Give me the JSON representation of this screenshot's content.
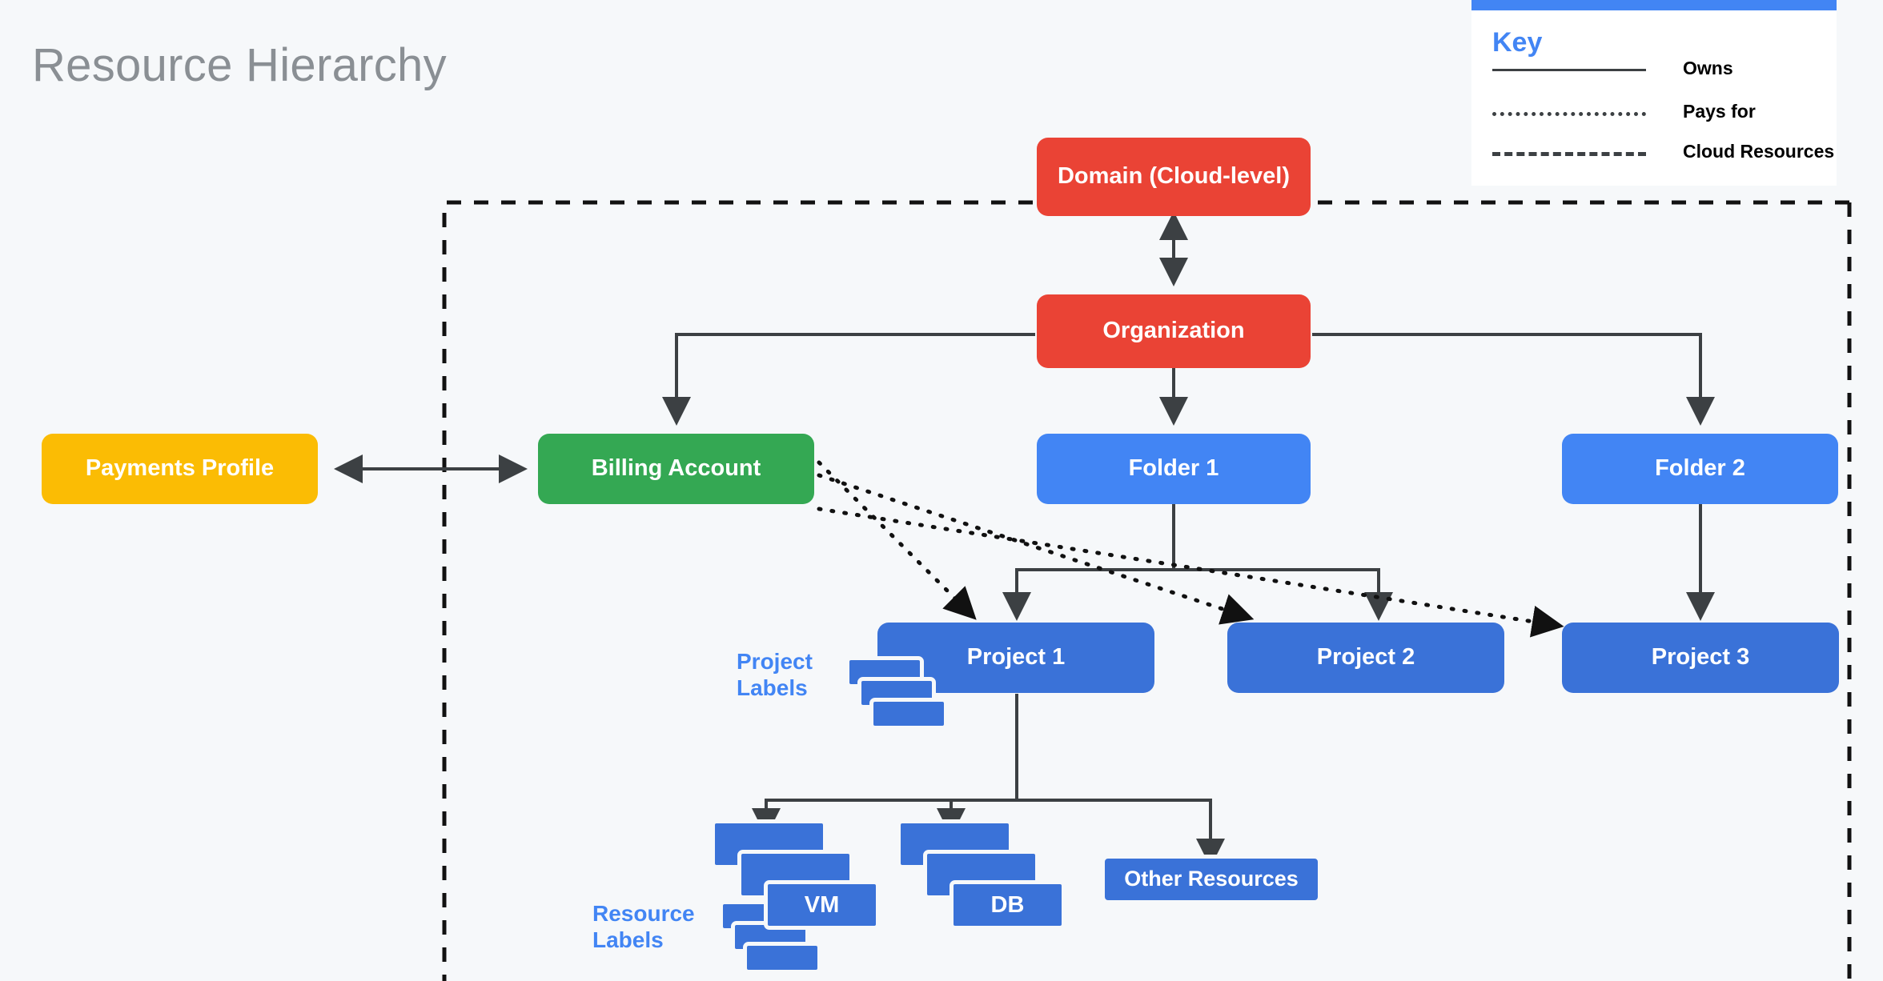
{
  "page": {
    "title": "Resource Hierarchy",
    "background_color": "#f6f8fa"
  },
  "colors": {
    "red": "#ea4335",
    "green": "#34a853",
    "yellow": "#fbbc04",
    "blue_light": "#4285f4",
    "blue_dark": "#3a72d8",
    "line": "#3c4043",
    "title_gray": "#8a8f94"
  },
  "key": {
    "heading": "Key",
    "rows": [
      {
        "style": "solid",
        "label": "Owns"
      },
      {
        "style": "dotted",
        "label": "Pays for"
      },
      {
        "style": "dashed",
        "label": "Cloud Resources"
      }
    ]
  },
  "nodes": {
    "domain": "Domain (Cloud-level)",
    "organization": "Organization",
    "payments_profile": "Payments Profile",
    "billing_account": "Billing Account",
    "folder1": "Folder 1",
    "folder2": "Folder 2",
    "project1": "Project 1",
    "project2": "Project 2",
    "project3": "Project 3",
    "vm": "VM",
    "db": "DB",
    "other_resources": "Other Resources"
  },
  "annotations": {
    "project_labels": "Project Labels",
    "resource_labels": "Resource Labels"
  },
  "edges": [
    {
      "from": "domain",
      "to": "organization",
      "style": "solid",
      "arrows": "both"
    },
    {
      "from": "organization",
      "to": "billing_account",
      "style": "solid",
      "arrows": "end"
    },
    {
      "from": "organization",
      "to": "folder1",
      "style": "solid",
      "arrows": "end"
    },
    {
      "from": "organization",
      "to": "folder2",
      "style": "solid",
      "arrows": "end"
    },
    {
      "from": "payments_profile",
      "to": "billing_account",
      "style": "solid",
      "arrows": "both"
    },
    {
      "from": "folder1",
      "to": "project1",
      "style": "solid",
      "arrows": "end"
    },
    {
      "from": "folder1",
      "to": "project2",
      "style": "solid",
      "arrows": "end"
    },
    {
      "from": "folder2",
      "to": "project3",
      "style": "solid",
      "arrows": "end"
    },
    {
      "from": "billing_account",
      "to": "project1",
      "style": "dotted",
      "arrows": "end"
    },
    {
      "from": "billing_account",
      "to": "project2",
      "style": "dotted",
      "arrows": "end"
    },
    {
      "from": "billing_account",
      "to": "project3",
      "style": "dotted",
      "arrows": "end"
    },
    {
      "from": "project1",
      "to": "vm",
      "style": "solid",
      "arrows": "end"
    },
    {
      "from": "project1",
      "to": "db",
      "style": "solid",
      "arrows": "end"
    },
    {
      "from": "project1",
      "to": "other_resources",
      "style": "solid",
      "arrows": "end"
    }
  ],
  "cloud_boundary": {
    "style": "dashed",
    "label": "Cloud Resources"
  }
}
